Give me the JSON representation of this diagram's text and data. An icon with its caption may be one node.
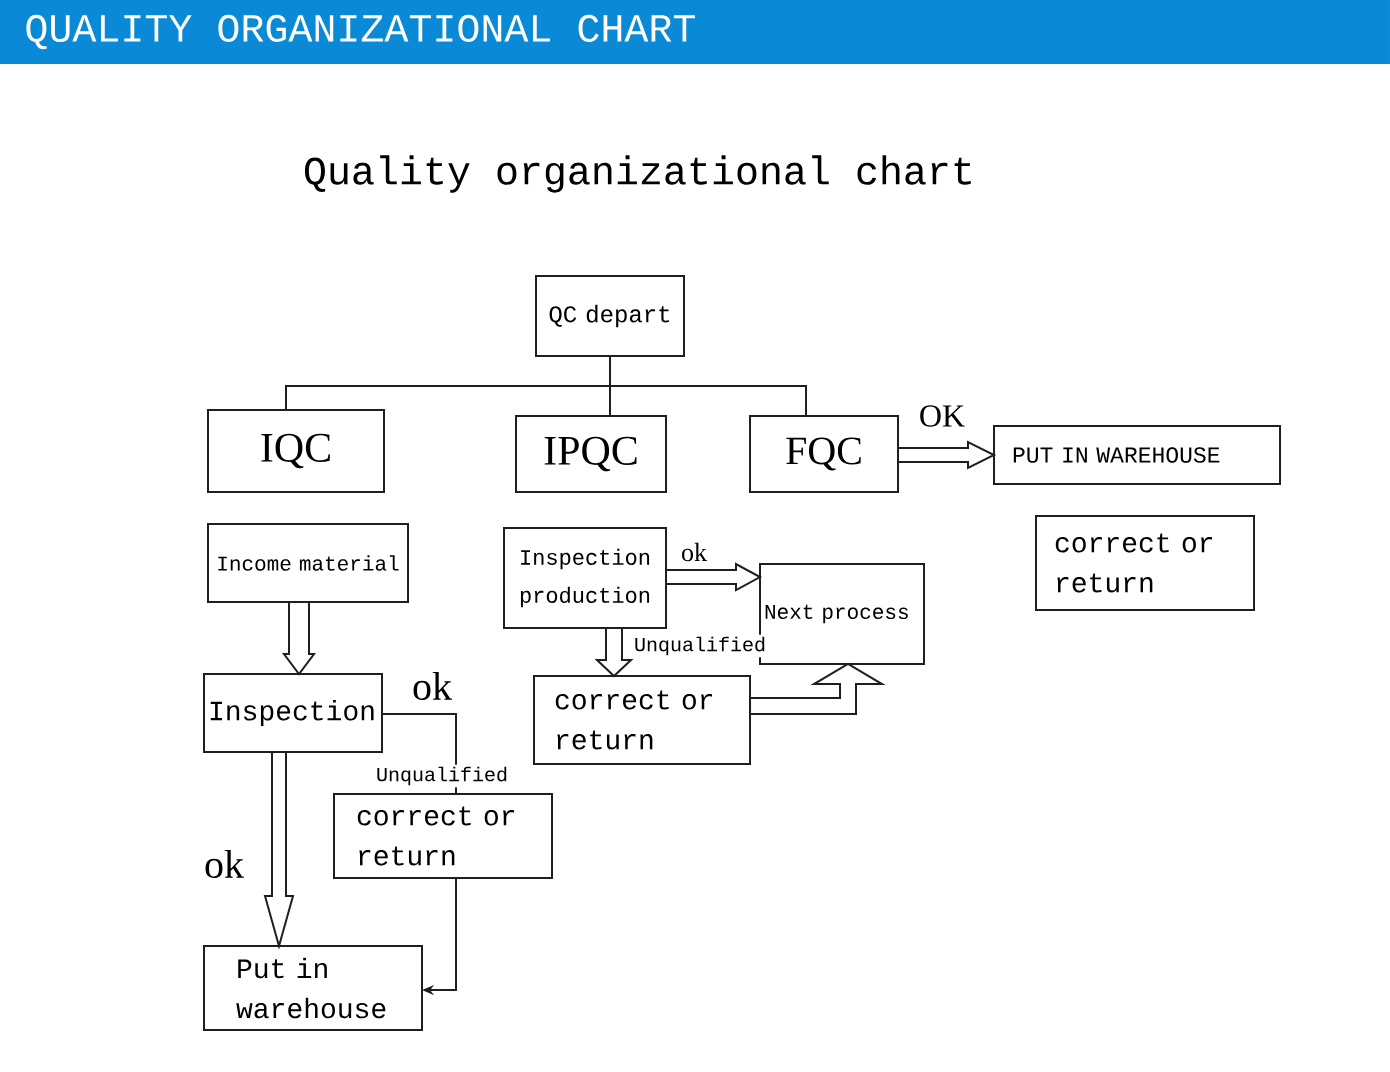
{
  "diagram": {
    "title": "QUALITY ORGANIZATIONAL CHART",
    "nodes": [
      {
        "text": [
          "QC depart"
        ]
      },
      {
        "text": [
          "IQC"
        ]
      },
      {
        "text": [
          "IPQC"
        ]
      },
      {
        "text": [
          "FQC"
        ]
      },
      {
        "text": [
          "PUT IN WAREHOUSE"
        ]
      },
      {
        "text": [
          "correct or return"
        ]
      },
      {
        "text": [
          "Income material"
        ]
      },
      {
        "text": [
          "Inspection production"
        ]
      },
      {
        "text": [
          "Next process"
        ]
      },
      {
        "text": [
          "correct or return"
        ]
      },
      {
        "text": [
          "Inspection"
        ]
      },
      {
        "text": [
          "correct or return"
        ]
      },
      {
        "text": [
          "Put in warehouse"
        ]
      }
    ],
    "edges": [
      {
        "from": 0,
        "to": 1,
        "arrow": "none"
      },
      {
        "from": 0,
        "to": 2,
        "arrow": "none"
      },
      {
        "from": 0,
        "to": 3,
        "arrow": "none"
      },
      {
        "from": 3,
        "to": 4,
        "arrow": "to",
        "label": "OK",
        "style": "thick"
      },
      {
        "from": 7,
        "to": 8,
        "arrow": "to",
        "label": "ok",
        "style": "thick"
      },
      {
        "from": 7,
        "to": 9,
        "arrow": "to",
        "label": "Unqualified",
        "style": "thick"
      },
      {
        "from": 9,
        "to": 8,
        "arrow": "to",
        "style": "thick"
      },
      {
        "from": 6,
        "to": 10,
        "arrow": "to",
        "style": "thick"
      },
      {
        "from": 10,
        "to": 12,
        "arrow": "to",
        "label": "ok",
        "style": "thick"
      },
      {
        "from": 10,
        "to": 11,
        "arrow": "none",
        "label": "Unqualified"
      },
      {
        "from": 11,
        "to": 12,
        "arrow": "to"
      }
    ],
    "labels": [
      "Quality organizational chart",
      "ok"
    ]
  }
}
